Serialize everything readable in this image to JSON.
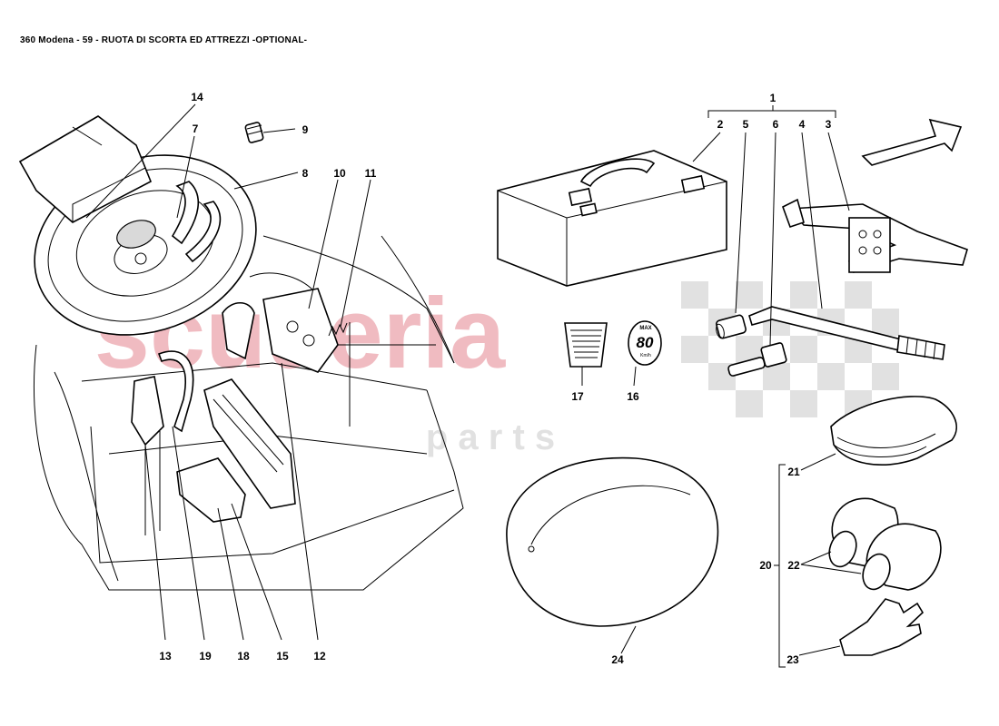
{
  "title": "360 Modena - 59 - RUOTA DI SCORTA ED ATTREZZI -OPTIONAL-",
  "watermark": {
    "brand": "scuderia",
    "sub": "p a r t s",
    "color": "#e06b78"
  },
  "decal": {
    "max": "MAX",
    "speed": "80",
    "unit": "Km/h"
  },
  "labels": {
    "l1": "1",
    "l2": "2",
    "l3": "3",
    "l4": "4",
    "l5": "5",
    "l6": "6",
    "l7": "7",
    "l8": "8",
    "l9": "9",
    "l10": "10",
    "l11": "11",
    "l12": "12",
    "l13": "13",
    "l14": "14",
    "l15": "15",
    "l16": "16",
    "l17": "17",
    "l18": "18",
    "l19": "19",
    "l20": "20",
    "l21": "21",
    "l22": "22",
    "l23": "23",
    "l24": "24"
  }
}
